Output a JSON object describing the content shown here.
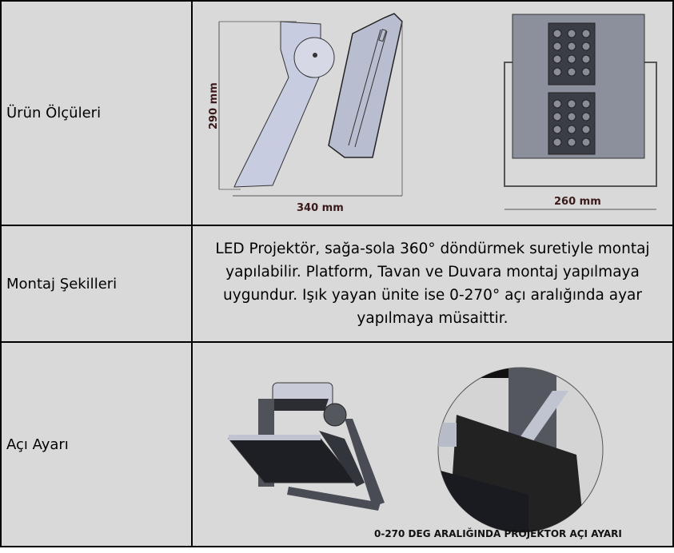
{
  "rows": [
    {
      "label": "Ürün Ölçüleri",
      "dimensions": {
        "height": "290 mm",
        "depth": "340 mm",
        "width": "260 mm"
      }
    },
    {
      "label": "Montaj Şekilleri",
      "text": "LED Projektör, sağa-sola 360° döndürmek suretiyle montaj yapılabilir. Platform, Tavan ve Duvara montaj yapılmaya uygundur. Işık yayan ünite ise 0-270° açı aralığında ayar yapılmaya müsaittir."
    },
    {
      "label": "Açı Ayarı",
      "caption": "0-270 DEG ARALIĞINDA PROJEKTOR AÇI AYARI"
    }
  ]
}
